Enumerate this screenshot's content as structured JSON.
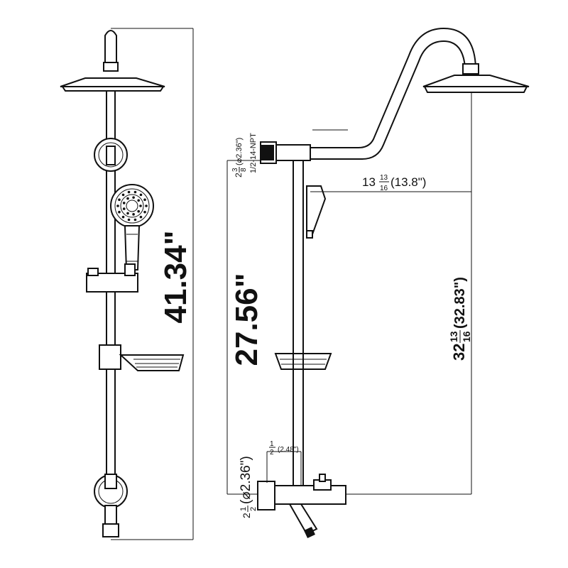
{
  "dims": {
    "overall_height": "41.34\"",
    "slide_bar_height": "27.56\"",
    "arm_length_whole": "13",
    "arm_length_frac_num": "13",
    "arm_length_frac_den": "16",
    "arm_length_dec": "(13.8\")",
    "shower_height_whole": "32",
    "shower_height_frac_num": "13",
    "shower_height_frac_den": "16",
    "shower_height_dec": "(32.83\")",
    "top_inlet_whole": "2",
    "top_inlet_num": "3",
    "top_inlet_den": "8",
    "top_inlet_dec": "(⌀2.36\")",
    "top_inlet_thread": "1/2-14-NPT",
    "bottom_inlet_whole": "2",
    "bottom_inlet_num": "1",
    "bottom_inlet_den": "2",
    "bottom_inlet_dec": "(⌀2.36\")",
    "offset_num": "1",
    "offset_den": "2",
    "offset_dec": "(2.48\")"
  },
  "colors": {
    "line": "#111111",
    "background": "#ffffff"
  }
}
